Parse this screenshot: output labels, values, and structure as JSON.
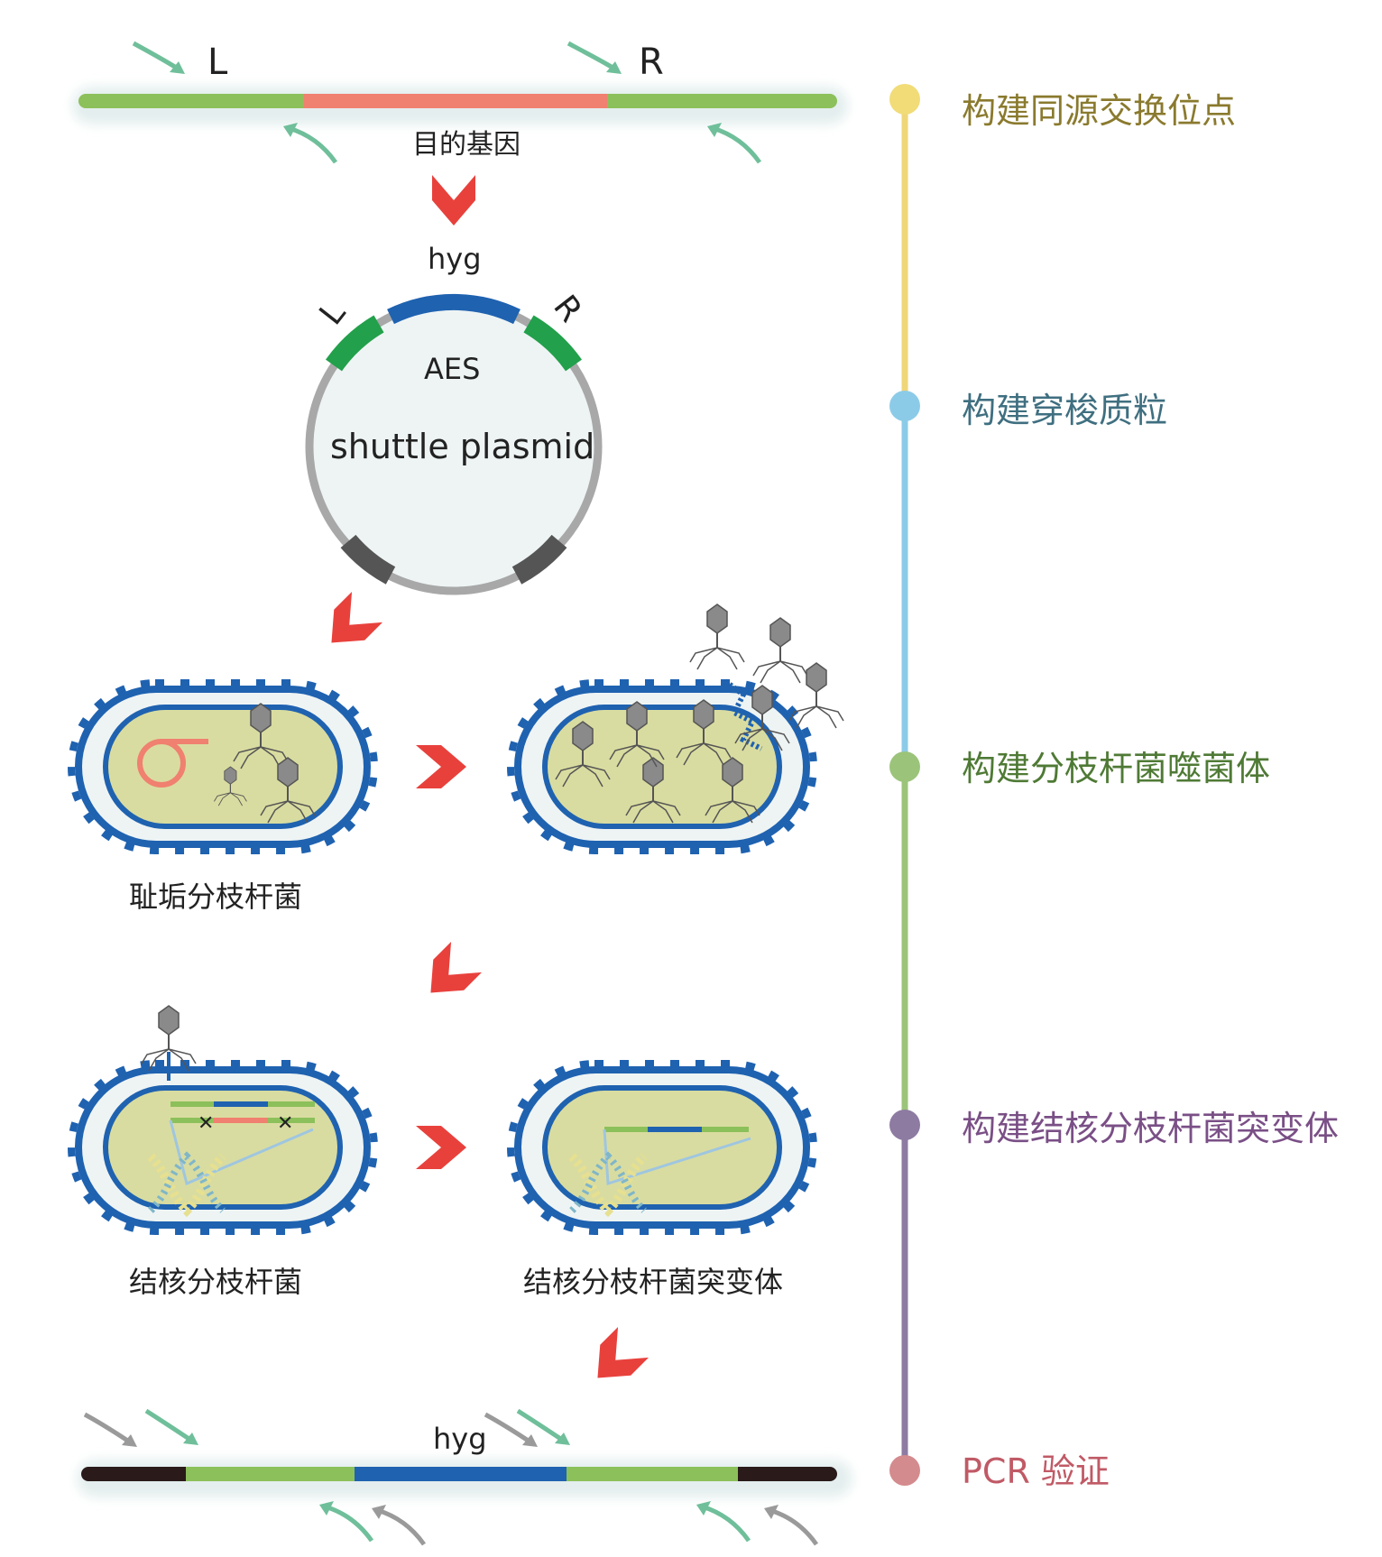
{
  "top_construct": {
    "left_arm": "L",
    "right_arm": "R",
    "gene_label": "目的基因"
  },
  "plasmid": {
    "marker": "hyg",
    "left_arm": "L",
    "right_arm": "R",
    "ori": "AES",
    "name": "shuttle plasmid"
  },
  "cells": {
    "smegmatis": "耻垢分枝杆菌",
    "tuberculosis": "结核分枝杆菌",
    "mutant": "结核分枝杆菌突变体"
  },
  "bottom_construct": {
    "marker": "hyg"
  },
  "timeline": {
    "steps": [
      {
        "label": "构建同源交换位点",
        "color": "#8a7a2e",
        "dot": "#f1dc78",
        "line": "#efd678"
      },
      {
        "label": "构建穿梭质粒",
        "color": "#3f6f80",
        "dot": "#8ccbe8",
        "line": "#8ccbe8"
      },
      {
        "label": "构建分枝杆菌噬菌体",
        "color": "#4f7a35",
        "dot": "#9bc47a",
        "line": "#9bc47a"
      },
      {
        "label": "构建结核分枝杆菌突变体",
        "color": "#7a4f86",
        "dot": "#8d7ba2",
        "line": "#8d7ba2"
      },
      {
        "label": "PCR 验证",
        "color": "#c05a66",
        "dot": "#d48b8e"
      }
    ]
  },
  "colors": {
    "green_dna": "#8cc05a",
    "target_gene": "#f08070",
    "hyg": "#1f62b0",
    "arrow_red": "#e8413c",
    "primer_teal": "#6fbf9a",
    "primer_gray": "#9a9a9a",
    "cell_blue": "#1f62b0",
    "cytoplasm": "#d9dca0",
    "plasmid_ring": "#a8a8a8"
  }
}
